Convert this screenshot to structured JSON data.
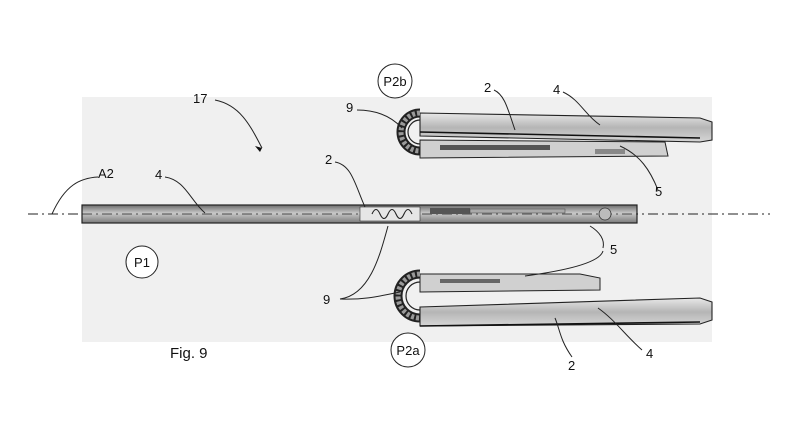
{
  "figure": {
    "caption": "Fig. 9"
  },
  "labels": {
    "axis": "A2",
    "ref_17": "17",
    "ref_2": "2",
    "ref_4": "4",
    "ref_5": "5",
    "ref_9": "9"
  },
  "positions": {
    "flat": "P1",
    "folded_upper": "P2b",
    "folded_lower": "P2a"
  }
}
